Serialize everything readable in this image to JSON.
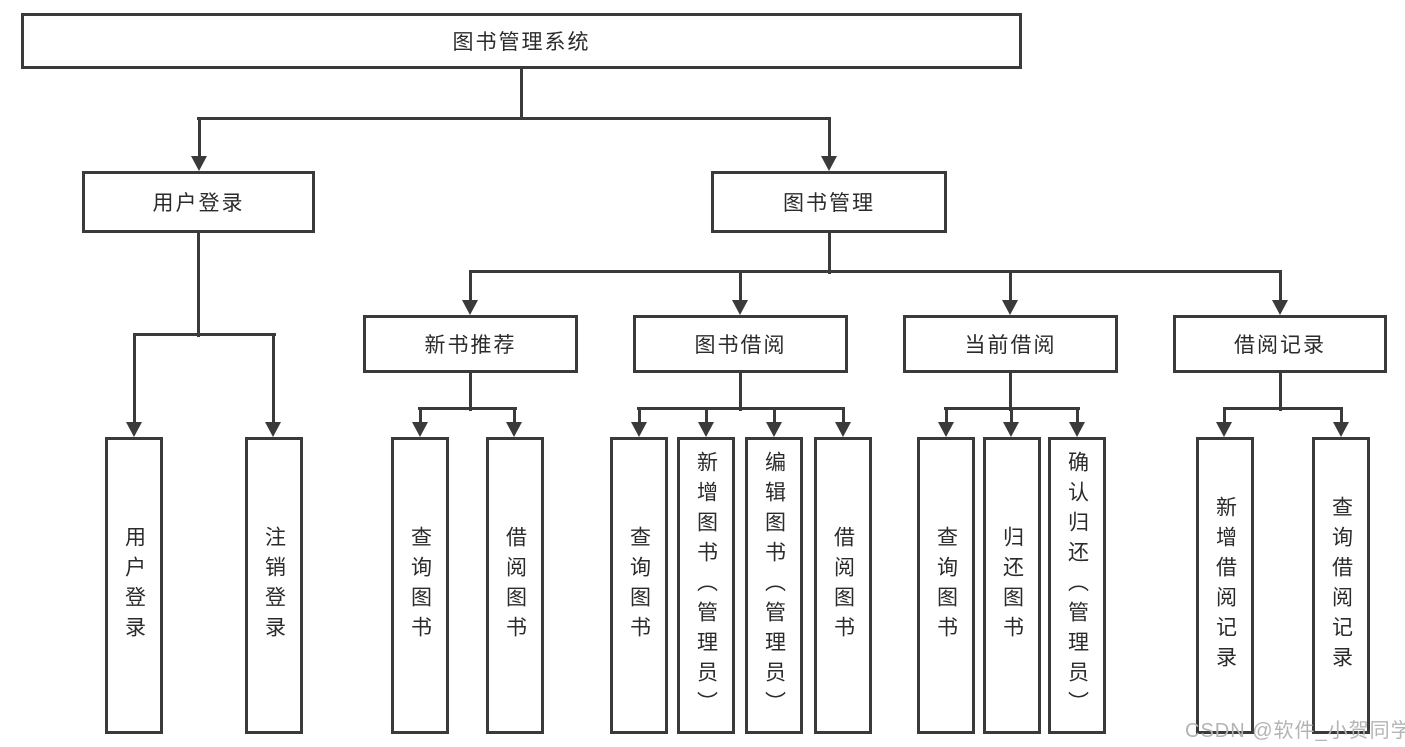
{
  "colors": {
    "line": "#3a3a3a",
    "text": "#2b2b2b",
    "watermark": "#b4b4b4"
  },
  "watermark": {
    "text": "CSDN @软件_小贺同学"
  },
  "tree": {
    "label": "图书管理系统",
    "children": [
      {
        "label": "用户登录",
        "children": [
          {
            "label": "用户登录"
          },
          {
            "label": "注销登录"
          }
        ]
      },
      {
        "label": "图书管理",
        "children": [
          {
            "label": "新书推荐",
            "children": [
              {
                "label": "查询图书"
              },
              {
                "label": "借阅图书"
              }
            ]
          },
          {
            "label": "图书借阅",
            "children": [
              {
                "label": "查询图书"
              },
              {
                "label": "新增图书（管理员）"
              },
              {
                "label": "编辑图书（管理员）"
              },
              {
                "label": "借阅图书"
              }
            ]
          },
          {
            "label": "当前借阅",
            "children": [
              {
                "label": "查询图书"
              },
              {
                "label": "归还图书"
              },
              {
                "label": "确认归还（管理员）"
              }
            ]
          },
          {
            "label": "借阅记录",
            "children": [
              {
                "label": "新增借阅记录"
              },
              {
                "label": "查询借阅记录"
              }
            ]
          }
        ]
      }
    ]
  }
}
